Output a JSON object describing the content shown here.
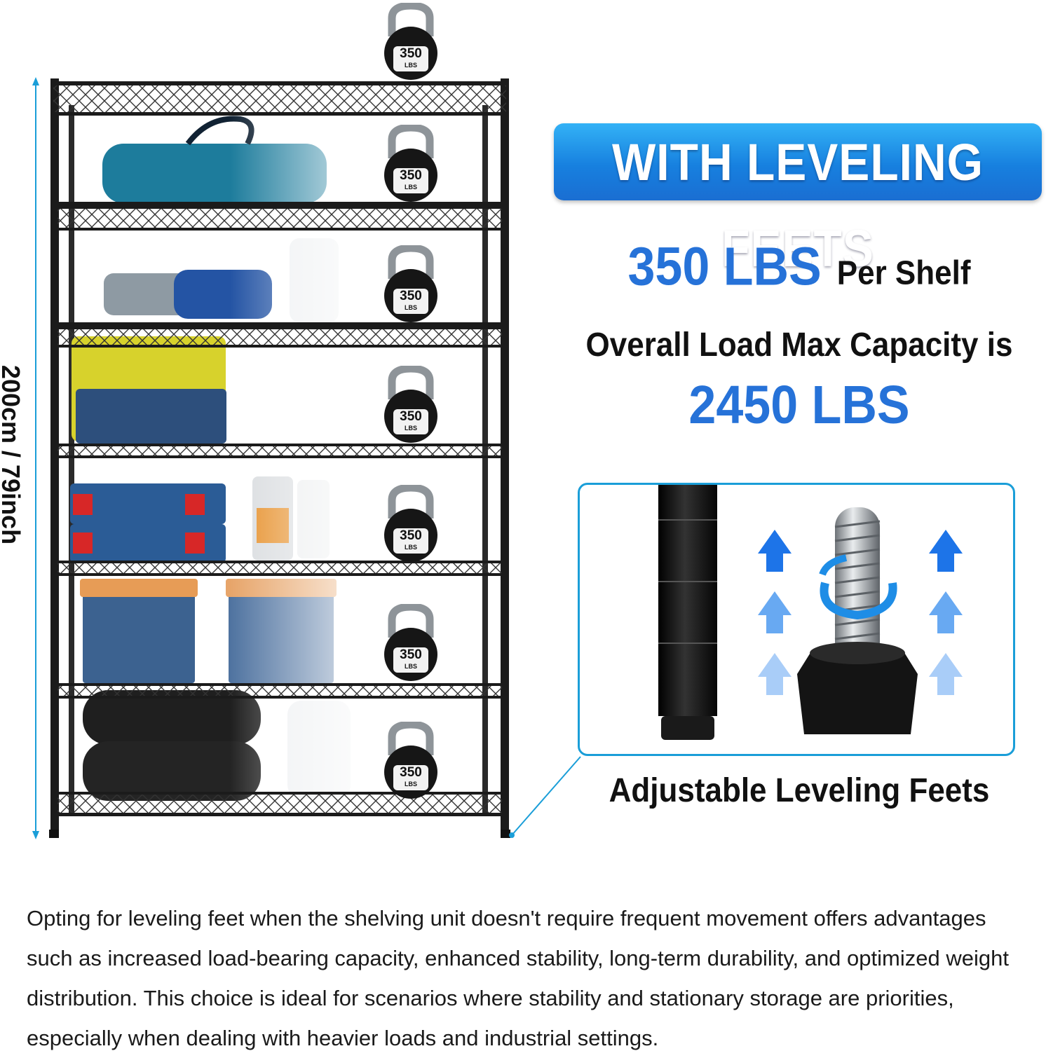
{
  "dimension_label": "200cm / 79inch",
  "weights": {
    "value": "350",
    "unit": "LBS",
    "count": 7
  },
  "banner": {
    "title": "WITH LEVELING FEETS"
  },
  "load": {
    "per_shelf_value": "350 LBS",
    "per_shelf_suffix": "Per Shelf",
    "overall_label": "Overall Load Max Capacity is",
    "overall_value": "2450 LBS"
  },
  "feature": {
    "caption": "Adjustable Leveling Feets"
  },
  "description": "Opting for leveling feet when the shelving unit doesn't require frequent movement offers advantages such as increased load-bearing capacity, enhanced stability, long-term durability, and optimized weight distribution. This choice is ideal for scenarios where stability and stationary storage are priorities, especially when dealing with heavier loads and industrial settings.",
  "colors": {
    "accent_blue": "#2672d8",
    "banner_blue": "#1780df",
    "measure_blue": "#1a9ed8",
    "shelf_black": "#1b1b1b"
  }
}
